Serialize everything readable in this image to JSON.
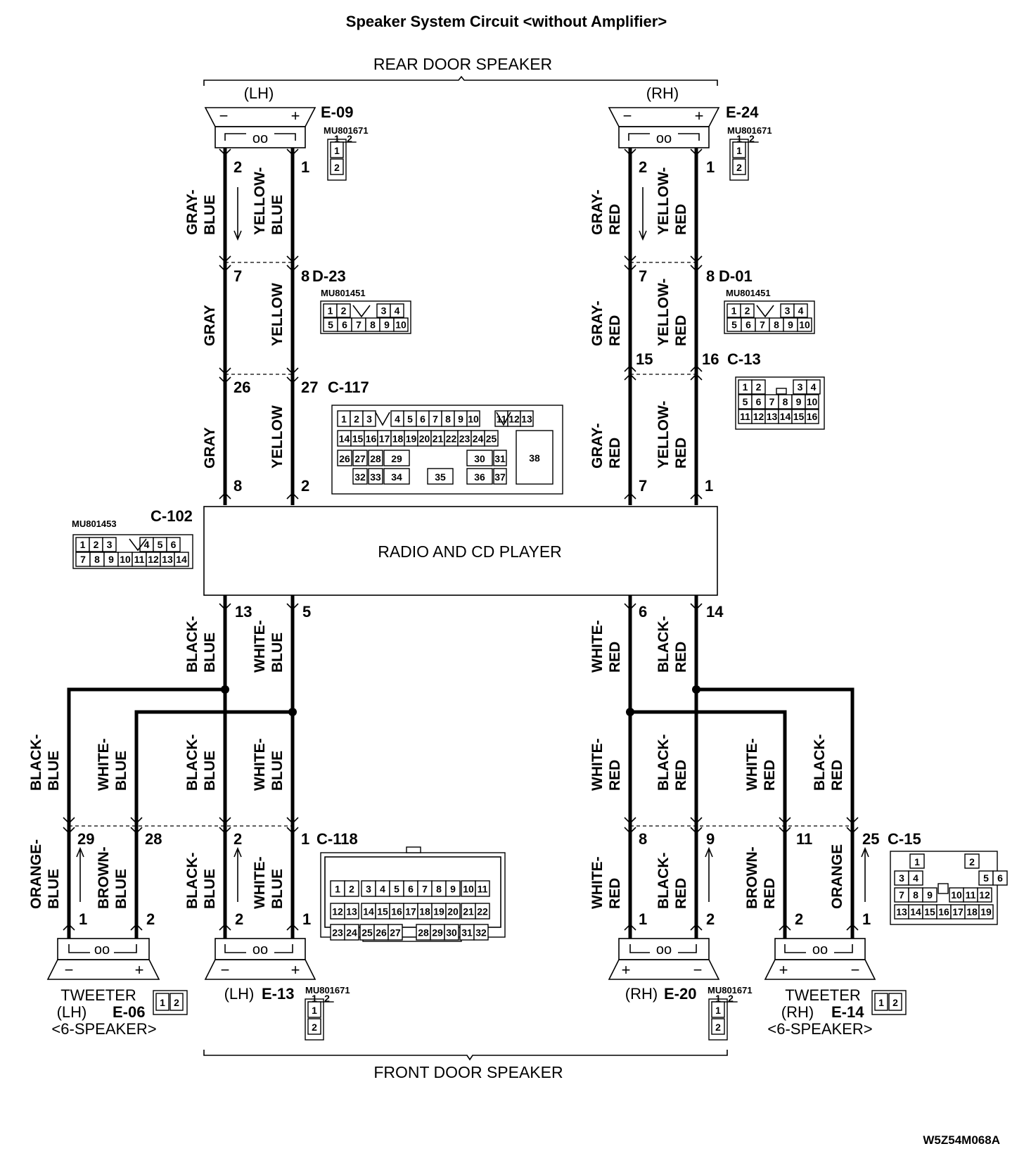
{
  "title": "Speaker System Circuit <without Amplifier>",
  "rear_label": "REAR DOOR SPEAKER",
  "front_label": "FRONT DOOR SPEAKER",
  "lh": "(LH)",
  "rh": "(RH)",
  "unit_label": "RADIO AND CD PLAYER",
  "doc_id": "W5Z54M068A",
  "conn": {
    "e09": "E-09",
    "e24": "E-24",
    "d23": "D-23",
    "d01": "D-01",
    "c13": "C-13",
    "c117": "C-117",
    "c102": "C-102",
    "c118": "C-118",
    "c15": "C-15",
    "e06": "E-06",
    "e13": "E-13",
    "e20": "E-20",
    "e14": "E-14"
  },
  "parts": {
    "mu801671": "MU801671",
    "mu801451": "MU801451",
    "mu801453": "MU801453"
  },
  "speakers": {
    "tw_lh_1": "TWEETER",
    "tw_lh_2": "(LH)",
    "tw_lh_3": "<6-SPEAKER>",
    "tw_rh_1": "TWEETER",
    "tw_rh_2": "(RH)",
    "tw_rh_3": "<6-SPEAKER>",
    "front_lh": "(LH)",
    "front_rh": "(RH)"
  },
  "pins": {
    "p1": "1",
    "p2": "2",
    "p5": "5",
    "p6": "6",
    "p7": "7",
    "p8": "8",
    "p9": "9",
    "p11": "11",
    "p13": "13",
    "p14": "14",
    "p15": "15",
    "p16": "16",
    "p25": "25",
    "p26": "26",
    "p27": "27",
    "p28": "28",
    "p29": "29"
  },
  "wires": {
    "gray_blue_1": "GRAY-",
    "gray_blue_2": "BLUE",
    "yellow_blue_1": "YELLOW-",
    "yellow_blue_2": "BLUE",
    "gray": "GRAY",
    "yellow": "YELLOW",
    "gray_red_1": "GRAY-",
    "gray_red_2": "RED",
    "yellow_red_1": "YELLOW-",
    "yellow_red_2": "RED",
    "black_blue_1": "BLACK-",
    "black_blue_2": "BLUE",
    "white_blue_1": "WHITE-",
    "white_blue_2": "BLUE",
    "white_red_1": "WHITE-",
    "white_red_2": "RED",
    "black_red_1": "BLACK-",
    "black_red_2": "RED",
    "orange_blue_1": "ORANGE-",
    "orange_blue_2": "BLUE",
    "brown_blue_1": "BROWN-",
    "brown_blue_2": "BLUE",
    "brown_red_1": "BROWN-",
    "brown_red_2": "RED",
    "orange": "ORANGE"
  },
  "symbols": {
    "minus": "−",
    "plus": "+",
    "coil": "oo"
  },
  "cells": {
    "c117_r1": [
      "1",
      "2",
      "3",
      "4",
      "5",
      "6",
      "7",
      "8",
      "9",
      "10",
      "11",
      "12",
      "13"
    ],
    "c117_r2": [
      "14",
      "15",
      "16",
      "17",
      "18",
      "19",
      "20",
      "21",
      "22",
      "23",
      "24",
      "25"
    ],
    "c117_r3": [
      "26",
      "27",
      "28",
      "29",
      "30",
      "31",
      "38"
    ],
    "c117_r4": [
      "32",
      "33",
      "34",
      "35",
      "36",
      "37"
    ],
    "d_r1": [
      "1",
      "2",
      "3",
      "4"
    ],
    "d_r2": [
      "5",
      "6",
      "7",
      "8",
      "9",
      "10"
    ],
    "c13_r1": [
      "1",
      "2",
      "3",
      "4"
    ],
    "c13_r2": [
      "5",
      "6",
      "7",
      "8",
      "9",
      "10"
    ],
    "c13_r3": [
      "11",
      "12",
      "13",
      "14",
      "15",
      "16"
    ],
    "c102_r1": [
      "1",
      "2",
      "3",
      "4",
      "5",
      "6"
    ],
    "c102_r2": [
      "7",
      "8",
      "9",
      "10",
      "11",
      "12",
      "13",
      "14"
    ],
    "c118_r1": [
      "1",
      "2",
      "3",
      "4",
      "5",
      "6",
      "7",
      "8",
      "9",
      "10",
      "11"
    ],
    "c118_r2": [
      "12",
      "13",
      "14",
      "15",
      "16",
      "17",
      "18",
      "19",
      "20",
      "21",
      "22"
    ],
    "c118_r3": [
      "23",
      "24",
      "25",
      "26",
      "27",
      "28",
      "29",
      "30",
      "31",
      "32"
    ],
    "c15_r1": [
      "1",
      "2"
    ],
    "c15_r2": [
      "3",
      "4",
      "5",
      "6"
    ],
    "c15_r3": [
      "7",
      "8",
      "9",
      "10",
      "11",
      "12"
    ],
    "c15_r4": [
      "13",
      "14",
      "15",
      "16",
      "17",
      "18",
      "19"
    ],
    "two": [
      "1",
      "2"
    ]
  }
}
